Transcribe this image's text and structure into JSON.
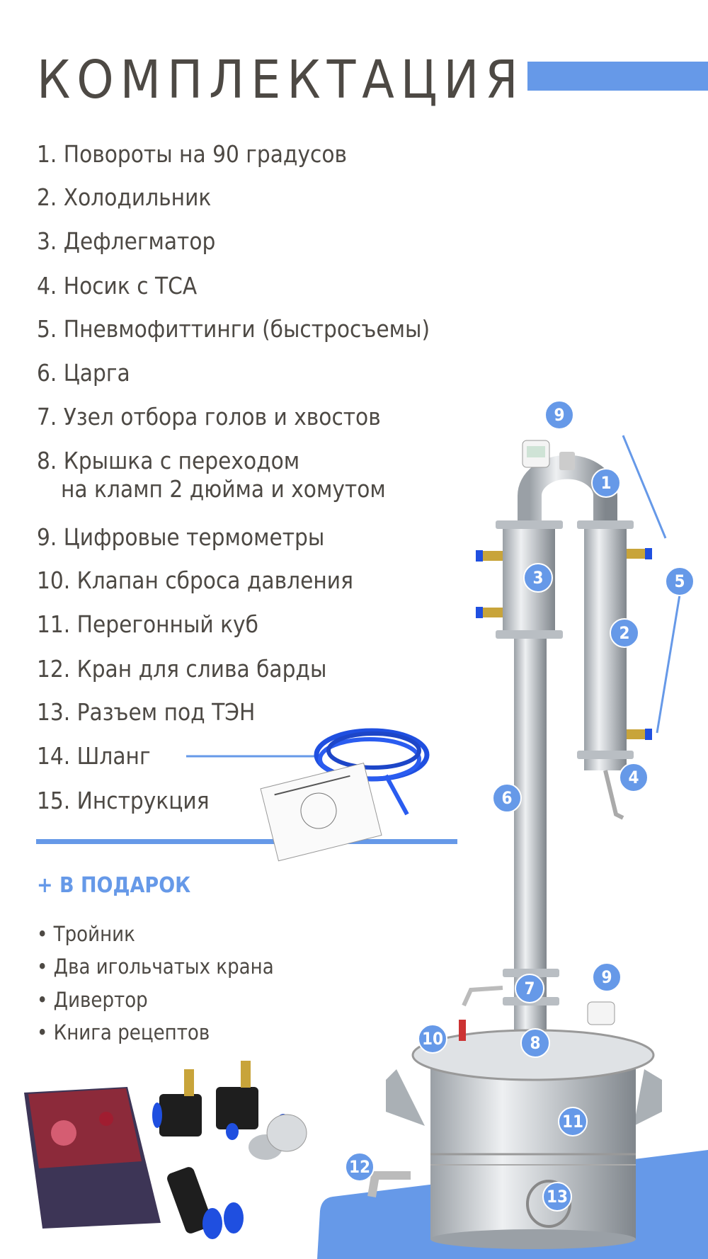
{
  "title": "КОМПЛЕКТАЦИЯ",
  "items": [
    "1. Повороты на 90 градусов",
    "2. Холодильник",
    "3. Дефлегматор",
    "4. Носик с ТСА",
    "5. Пневмофиттинги (быстросъемы)",
    "6. Царга",
    "7. Узел отбора голов и хвостов",
    "8. Крышка с переходом",
    "на кламп 2 дюйма и хомутом",
    "9. Цифровые термометры",
    "10. Клапан сброса давления",
    "11. Перегонный куб",
    "12. Кран для слива барды",
    "13. Разъем под ТЭН",
    "14. Шланг",
    "15. Инструкция"
  ],
  "gift": {
    "title": "+ В ПОДАРОК",
    "items": [
      "• Тройник",
      "• Два игольчатых крана",
      "• Дивертор",
      "• Книга рецептов"
    ]
  },
  "badges": [
    "9",
    "1",
    "5",
    "3",
    "2",
    "4",
    "6",
    "7",
    "9",
    "10",
    "8",
    "11",
    "12",
    "13"
  ],
  "colors": {
    "accent": "#6699e8",
    "text": "#4d4944"
  }
}
